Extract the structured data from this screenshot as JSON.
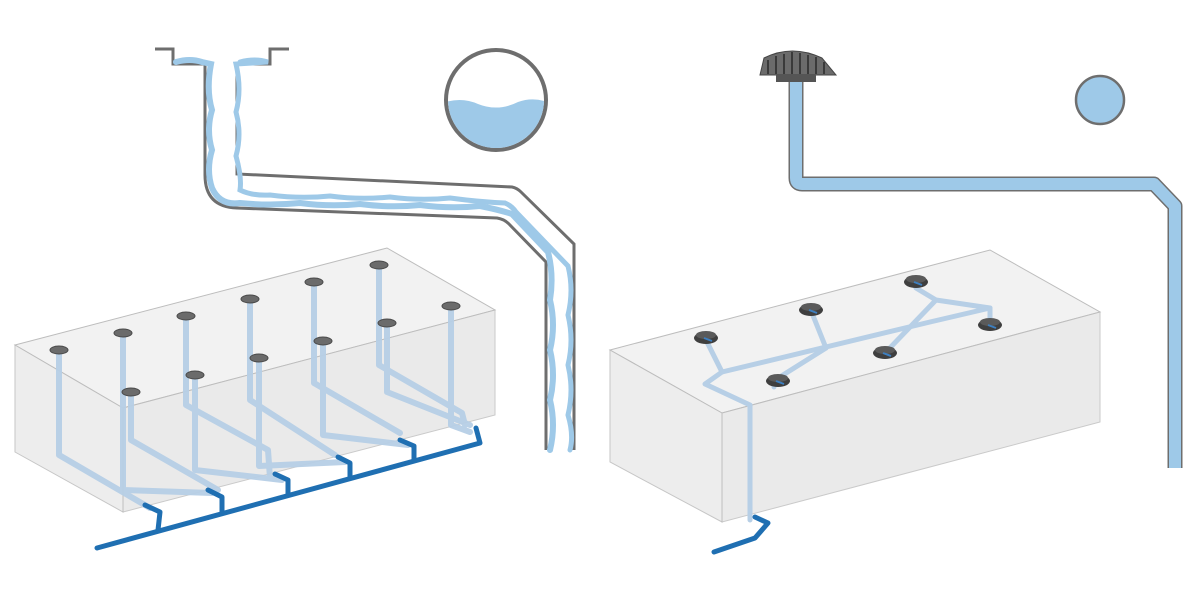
{
  "diagram": {
    "left_panel": {
      "system": "gravity-drainage",
      "pipe_cross_section": "partially-filled",
      "roof_outlets": 12,
      "vertical_stacks": 6
    },
    "right_panel": {
      "system": "siphonic-drainage",
      "pipe_cross_section": "full-bore",
      "roof_outlets": 6,
      "vertical_stacks": 1
    },
    "colors": {
      "water": "#9ec9e8",
      "water_light": "#b7cfe6",
      "pipe_outline": "#6e6e6e",
      "collector_pipe": "#1f6fb2",
      "box_face": "#eeeeee",
      "box_edge": "#bdbdbd",
      "outlet_cap": "#4a4a4a",
      "outlet_accent": "#3d7fc0"
    },
    "icons": {
      "gravity_outlet": "gutter-outlet-icon",
      "siphonic_outlet": "siphonic-roof-drain-icon"
    }
  }
}
